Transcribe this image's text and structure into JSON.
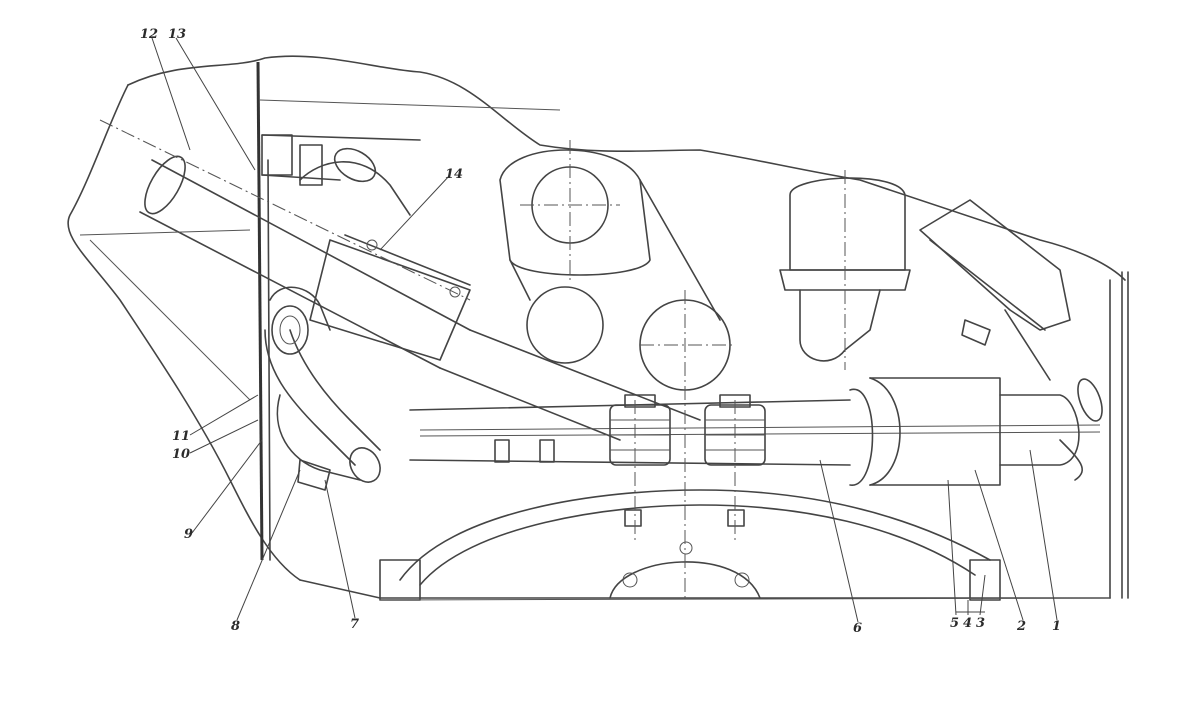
{
  "drawing": {
    "callouts": [
      {
        "id": "c1",
        "label": "1"
      },
      {
        "id": "c2",
        "label": "2"
      },
      {
        "id": "c3",
        "label": "3"
      },
      {
        "id": "c4",
        "label": "4"
      },
      {
        "id": "c5",
        "label": "5"
      },
      {
        "id": "c6",
        "label": "6"
      },
      {
        "id": "c7",
        "label": "7"
      },
      {
        "id": "c8",
        "label": "8"
      },
      {
        "id": "c9",
        "label": "9"
      },
      {
        "id": "c10",
        "label": "10"
      },
      {
        "id": "c11",
        "label": "11"
      },
      {
        "id": "c12",
        "label": "12"
      },
      {
        "id": "c13",
        "label": "13"
      },
      {
        "id": "c14",
        "label": "14"
      }
    ]
  }
}
